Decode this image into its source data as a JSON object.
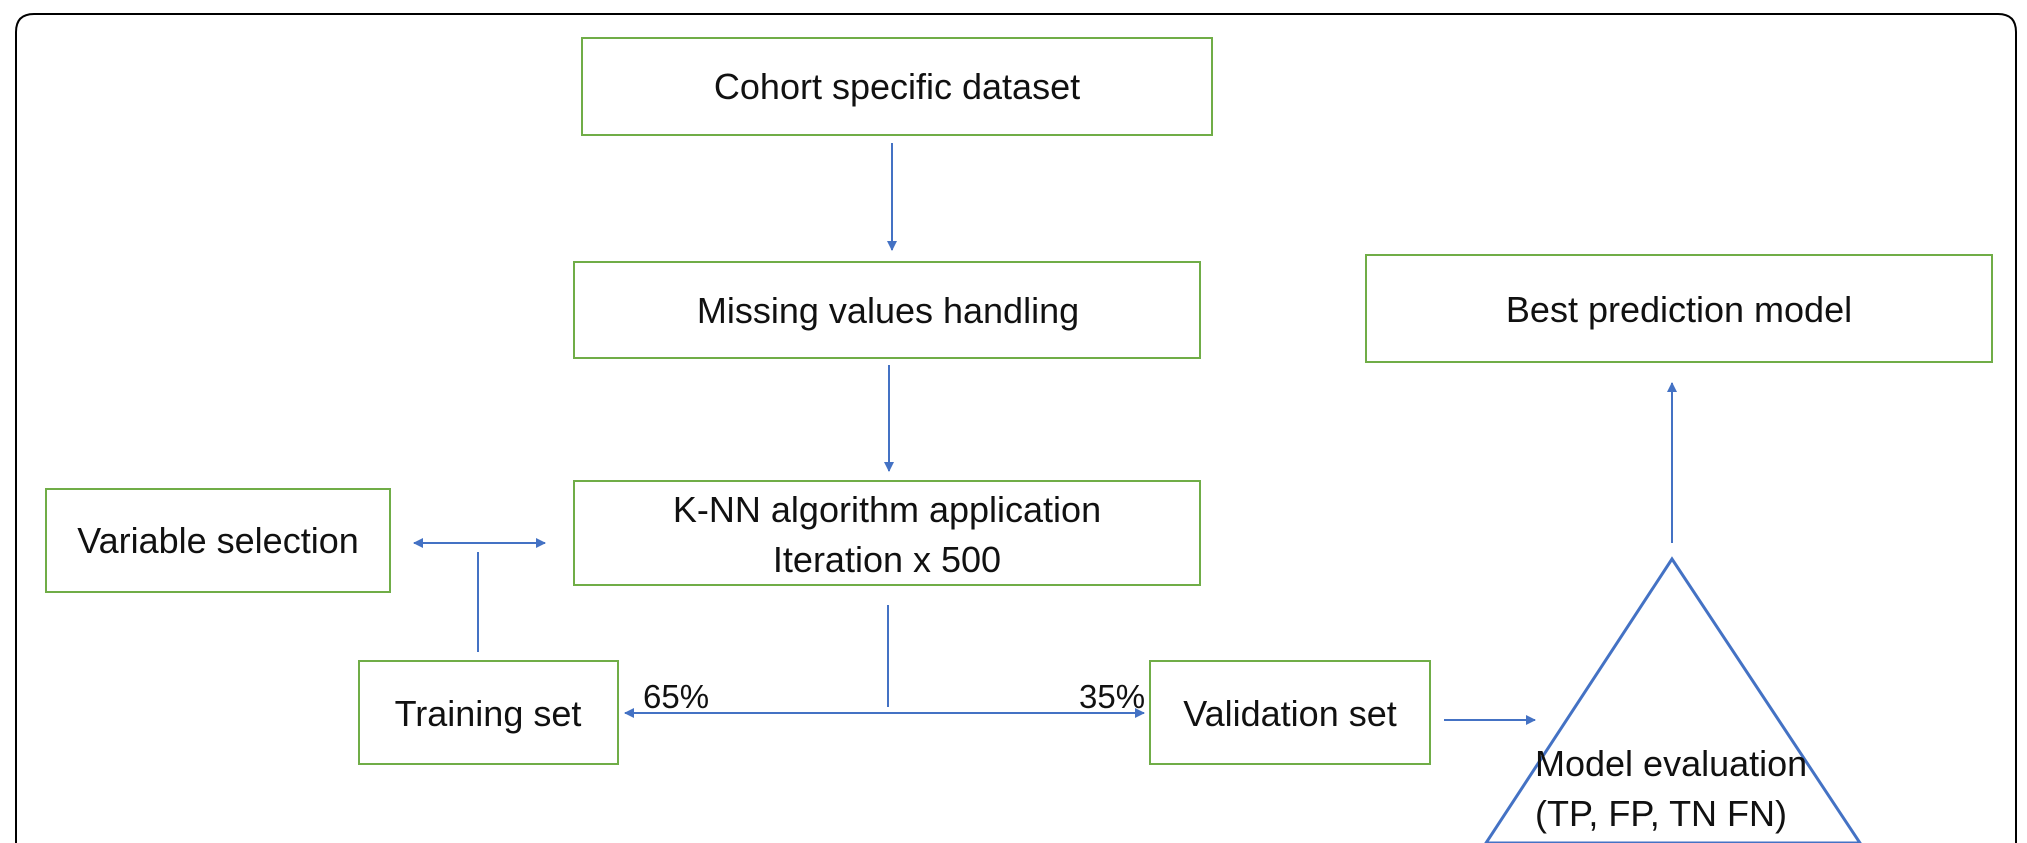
{
  "colors": {
    "box_border": "#70AD47",
    "arrow": "#4472C4",
    "frame": "#000000",
    "text": "#111111"
  },
  "nodes": {
    "cohort": "Cohort specific dataset",
    "missing": "Missing values handling",
    "knn_line1": "K-NN algorithm application",
    "knn_line2": "Iteration x 500",
    "variable": "Variable selection",
    "training": "Training set",
    "validation": "Validation set",
    "best_model": "Best prediction model",
    "eval_line1": "Model evaluation",
    "eval_line2": "(TP, FP, TN FN)"
  },
  "split": {
    "training_pct": "65%",
    "validation_pct": "35%"
  }
}
